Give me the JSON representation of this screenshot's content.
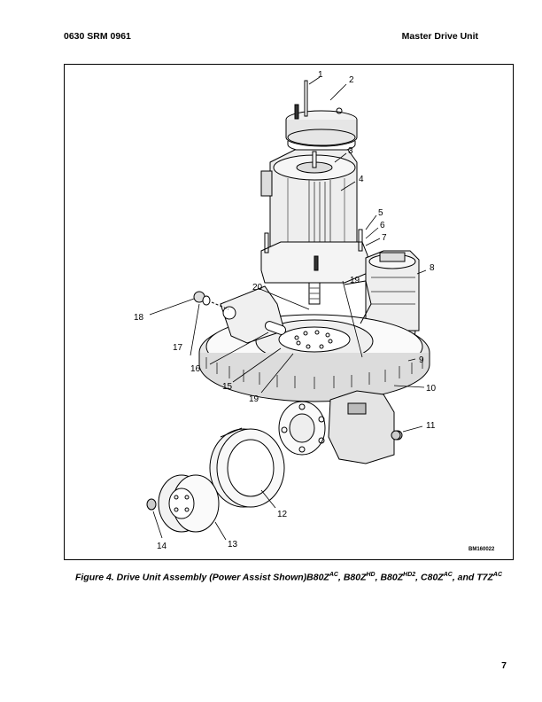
{
  "header": {
    "left": "0630 SRM 0961",
    "right": "Master Drive Unit"
  },
  "figure": {
    "code": "BM160022",
    "callouts": [
      "1",
      "2",
      "3",
      "4",
      "5",
      "6",
      "7",
      "8",
      "9",
      "10",
      "11",
      "12",
      "13",
      "14",
      "15",
      "16",
      "17",
      "18",
      "19",
      "20",
      "19"
    ],
    "caption": {
      "main": "Figure 4. Drive Unit Assembly (Power Assist Shown)",
      "m1": "B80Z",
      "s1": "AC",
      "sep1": ", ",
      "m2": "B80Z",
      "s2": "HD",
      "sep2": ", ",
      "m3": "B80Z",
      "s3": "HD2",
      "sep3": ", ",
      "m4": "C80Z",
      "s4": "AC",
      "sep4": ", and ",
      "m5": "T7Z",
      "s5": "AC"
    }
  },
  "page_number": "7"
}
